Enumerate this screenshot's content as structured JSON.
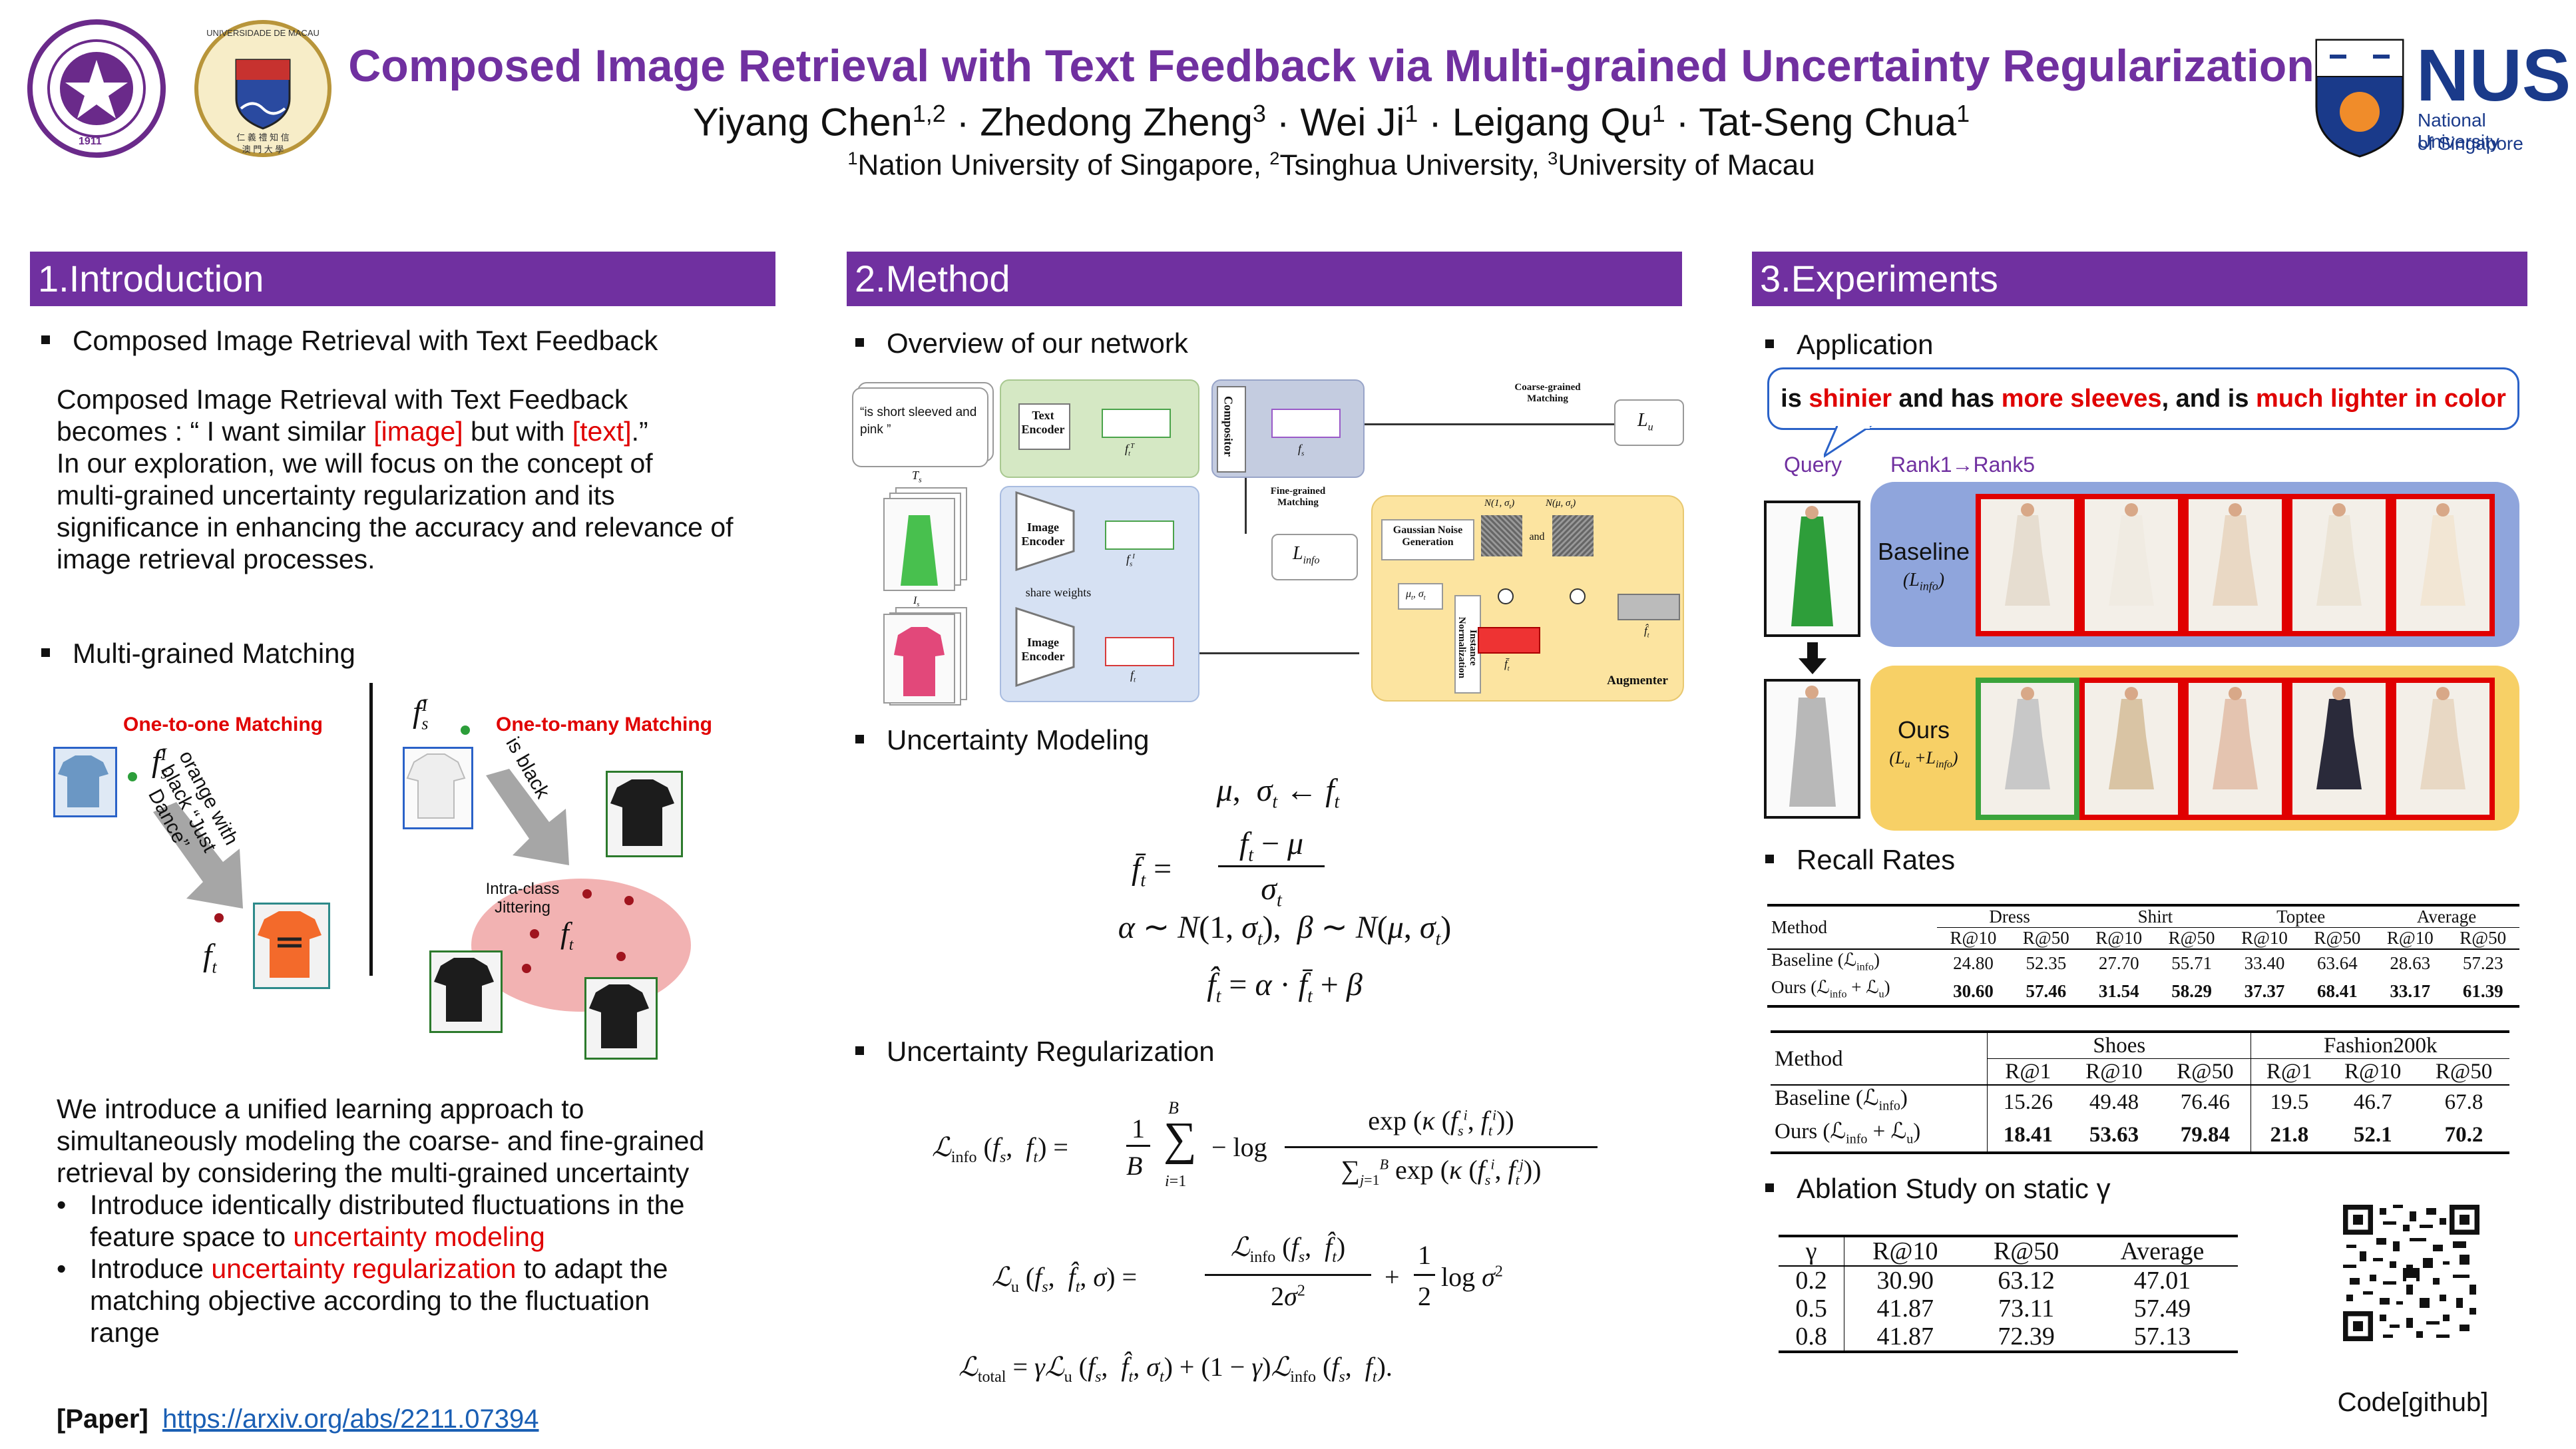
{
  "header": {
    "title": "Composed Image Retrieval with Text Feedback via Multi-grained Uncertainty Regularization",
    "authors": [
      {
        "name": "Yiyang Chen",
        "sup": "1,2"
      },
      {
        "name": "Zhedong Zheng",
        "sup": "3"
      },
      {
        "name": "Wei Ji",
        "sup": "1"
      },
      {
        "name": "Leigang Qu",
        "sup": "1"
      },
      {
        "name": "Tat-Seng Chua",
        "sup": "1"
      }
    ],
    "affiliations": [
      {
        "sup": "1",
        "name": "Nation University of Singapore,"
      },
      {
        "sup": "2",
        "name": "Tsinghua University,"
      },
      {
        "sup": "3",
        "name": "University of Macau"
      }
    ],
    "logos": {
      "tsinghua_text": "1911",
      "macau_text": "UNIVERSIDADE DE MACAU",
      "macau_cn": "仁 義 禮 知 信",
      "macau_cn2": "澳 門 大 學",
      "nus_abbr": "NUS",
      "nus_line1": "National University",
      "nus_line2": "of Singapore"
    }
  },
  "intro": {
    "section": "1.Introduction",
    "bullet1": "Composed Image Retrieval with Text Feedback",
    "p1_a": "Composed Image Retrieval with Text Feedback",
    "p1_b": "becomes : “  I want similar ",
    "p1_image": "[image]",
    "p1_c": " but with ",
    "p1_text": "[text]",
    "p1_d": ".”",
    "p1_e": "In our exploration, we will focus on the concept of",
    "p1_f": "multi-grained uncertainty regularization and its",
    "p1_g": "significance in enhancing the accuracy and relevance of",
    "p1_h": "image retrieval processes.",
    "bullet2": "Multi-grained Matching",
    "fig": {
      "one_to_one": "One-to-one Matching",
      "one_to_many": "One-to-many Matching",
      "text_query_1": "orange with black “Just Dance”",
      "text_query_2": "is black",
      "intra_class": "Intra-class Jittering",
      "fs": "f",
      "ft": "f"
    },
    "p2_a": "We introduce a unified learning approach to",
    "p2_b": "simultaneously modeling the coarse- and fine-grained",
    "p2_c": "retrieval by considering the multi-grained uncertainty",
    "li1_a": "Introduce identically distributed fluctuations in the",
    "li1_b": "feature space to ",
    "li1_red": "uncertainty modeling",
    "li2_a": "Introduce ",
    "li2_red": "uncertainty regularization",
    "li2_b": " to adapt the",
    "li2_c": "matching objective according to the fluctuation",
    "li2_d": "range",
    "paper_label": "[Paper]",
    "paper_link": "https://arxiv.org/abs/2211.07394"
  },
  "method": {
    "section": "2.Method",
    "bullet1": "Overview of our network",
    "net": {
      "text_in": "“is short sleeved and pink ”",
      "ts": "T",
      "text_encoder": "Text Encoder",
      "image_encoder": "Image Encoder",
      "share_weights": "share weights",
      "compositor": "Compositor",
      "coarse": "Coarse-grained Matching",
      "fine": "Fine-grained Matching",
      "l_u": "L",
      "l_info": "L",
      "gaussian": "Gaussian Noise Generation",
      "instance_norm": "Instance Normalization",
      "n1": "N(1, σ",
      "n2": "N(μ, σ",
      "and": "and",
      "mu_sigma": "μ",
      "augmenter": "Augmenter"
    },
    "bullet2": "Uncertainty Modeling",
    "bullet3": "Uncertainty Regularization"
  },
  "experiments": {
    "section": "3.Experiments",
    "bullet1": "Application",
    "query_text_a": "is ",
    "query_text_b": "shinier",
    "query_text_c": " and has ",
    "query_text_d": "more sleeves",
    "query_text_e": ", and is ",
    "query_text_f": "much lighter in color",
    "query_label": "Query",
    "rank_label": "Rank1→Rank5",
    "baseline_label": "Baseline",
    "baseline_sub": "(L",
    "ours_label": "Ours",
    "ours_sub": "(L",
    "bullet2": "Recall Rates",
    "table1": {
      "groups": [
        "Dress",
        "Shirt",
        "Toptee",
        "Average"
      ],
      "metrics": [
        "R@10",
        "R@50",
        "R@10",
        "R@50",
        "R@10",
        "R@50",
        "R@10",
        "R@50"
      ],
      "method_header": "Method",
      "rows": [
        {
          "method": "Baseline (ℒ",
          "method_sub": "info",
          "method_end": ")",
          "values": [
            "24.80",
            "52.35",
            "27.70",
            "55.71",
            "33.40",
            "63.64",
            "28.63",
            "57.23"
          ],
          "bold": false
        },
        {
          "method": "Ours (ℒ",
          "method_sub": "info",
          "method_end": " + ℒ",
          "method_sub2": "u",
          "method_end2": ")",
          "values": [
            "30.60",
            "57.46",
            "31.54",
            "58.29",
            "37.37",
            "68.41",
            "33.17",
            "61.39"
          ],
          "bold": true
        }
      ]
    },
    "table2": {
      "groups": [
        "Shoes",
        "Fashion200k"
      ],
      "metrics": [
        "R@1",
        "R@10",
        "R@50",
        "R@1",
        "R@10",
        "R@50"
      ],
      "method_header": "Method",
      "rows": [
        {
          "method": "Baseline (ℒ",
          "values": [
            "15.26",
            "49.48",
            "76.46",
            "19.5",
            "46.7",
            "67.8"
          ],
          "bold": false
        },
        {
          "method": "Ours (ℒ",
          "values": [
            "18.41",
            "53.63",
            "79.84",
            "21.8",
            "52.1",
            "70.2"
          ],
          "bold": true
        }
      ]
    },
    "bullet3": "Ablation Study on static γ",
    "table3": {
      "headers": [
        "γ",
        "R@10",
        "R@50",
        "Average"
      ],
      "rows": [
        [
          "0.2",
          "30.90",
          "63.12",
          "47.01"
        ],
        [
          "0.5",
          "41.87",
          "73.11",
          "57.49"
        ],
        [
          "0.8",
          "41.87",
          "72.39",
          "57.13"
        ]
      ]
    },
    "code_label": "Code[github]"
  },
  "colors": {
    "accent": "#7030a0",
    "red": "#e00000",
    "baseline_panel": "#8fa5dc",
    "ours_panel": "#f7d066",
    "green_box": "#3aa33a"
  }
}
